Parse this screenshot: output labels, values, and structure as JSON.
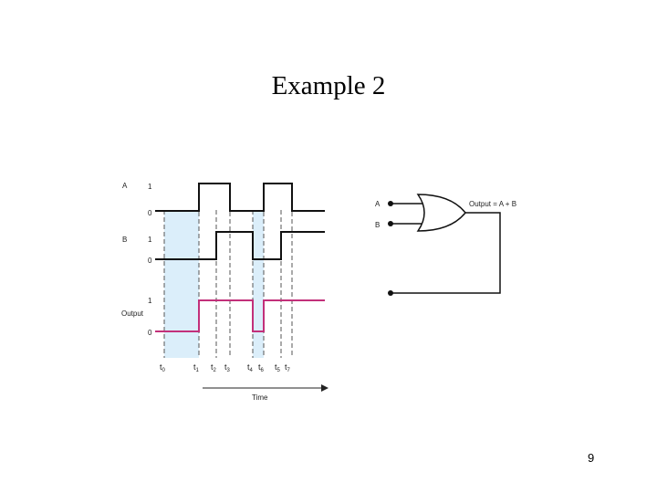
{
  "slide": {
    "title": "Example 2",
    "page_number": "9"
  },
  "timing_diagram": {
    "signals": [
      {
        "name": "A",
        "high_label": "1",
        "low_label": "0"
      },
      {
        "name": "B",
        "high_label": "1",
        "low_label": "0"
      },
      {
        "name": "Output",
        "high_label": "1",
        "low_label": "0"
      }
    ],
    "time_marks": [
      {
        "base": "t",
        "sub": "0"
      },
      {
        "base": "t",
        "sub": "1"
      },
      {
        "base": "t",
        "sub": "2"
      },
      {
        "base": "t",
        "sub": "3"
      },
      {
        "base": "t",
        "sub": "4"
      },
      {
        "base": "t",
        "sub": "6"
      },
      {
        "base": "t",
        "sub": "5"
      },
      {
        "base": "t",
        "sub": "7"
      }
    ],
    "time_axis_label": "Time",
    "colors": {
      "signal": "#111111",
      "output": "#c2307a",
      "highlight": "#dbeefa",
      "guide": "#555555"
    }
  },
  "gate_diagram": {
    "input_a_label": "A",
    "input_b_label": "B",
    "output_label": "Output = A + B"
  }
}
